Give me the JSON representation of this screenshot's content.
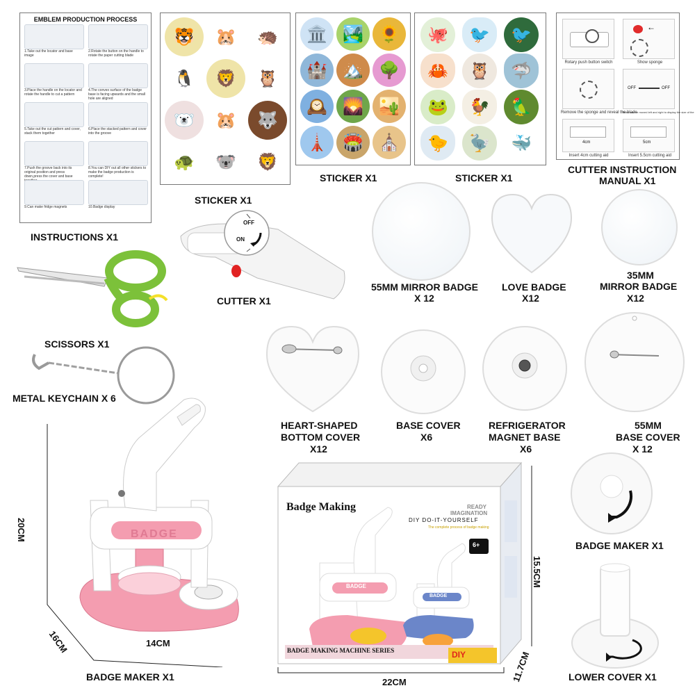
{
  "instructions": {
    "title": "EMBLEM PRODUCTION PROCESS",
    "label": "INSTRUCTIONS  X1",
    "steps": [
      "1.Take out the locator and base image",
      "2.Rotate the button on the handle to rotate the paper cutting blade",
      "3.Place the handle on the locator and rotate the handle to cut a pattern",
      "4.The convex surface of the badge base is facing upwards and the small hole are aligned",
      "5.Take out the cut pattern and cover, stack them together",
      "6.Place the stacked pattern and cover into the groove",
      "7.Push the groove back into its original position and press down,press the cover and base together",
      "8.You can DIY out all other stickers to make the badge production is complete!",
      "9.Can make fridge magnets",
      "10.Badge display"
    ]
  },
  "sticker1": {
    "label": "STICKER  X1",
    "icons": [
      "🐯",
      "🐹",
      "🦔",
      "🐧",
      "🦁",
      "🦉",
      "🐻‍❄️",
      "🐹",
      "🐺",
      "🐢",
      "🐨",
      "🦁"
    ]
  },
  "sticker2": {
    "label": "STICKER  X1",
    "icons": [
      "🏛️",
      "🏞️",
      "🌻",
      "🏰",
      "🏔️",
      "🌳",
      "🕰️",
      "🌄",
      "🏜️",
      "🗼",
      "🏟️",
      "⛪"
    ]
  },
  "sticker3": {
    "label": "STICKER  X1",
    "icons": [
      "🐙",
      "🐦",
      "🐦",
      "🦀",
      "🦉",
      "🦈",
      "🐸",
      "🐓",
      "🦜",
      "🐤",
      "🦤",
      "🐳"
    ]
  },
  "cutter_manual": {
    "label_line1": "CUTTER INSTRUCTION",
    "label_line2": "MANUAL  X1",
    "captions": [
      "Rotary push button switch",
      "Show sponge",
      "Remove the sponge and reveal the blade",
      "Slider can be moved left and right to display the size of the blade position",
      "Insert 4cm cutting aid",
      "Insert 5.5cm cutting aid"
    ],
    "cell_marks": [
      "4cm",
      "5cm"
    ],
    "switch_off": "OFF",
    "switch_on": "OFF"
  },
  "cutter": {
    "label": "CUTTER  X1",
    "off": "OFF",
    "on": "ON"
  },
  "scissors": {
    "label": "SCISSORS  X1"
  },
  "keychain": {
    "label": "METAL KEYCHAIN  X 6"
  },
  "mirror55": {
    "line1": "55MM MIRROR BADGE",
    "line2": "X 12"
  },
  "love": {
    "line1": "LOVE BADGE",
    "line2": "X12"
  },
  "mirror35": {
    "line1": "35MM",
    "line2": "MIRROR BADGE",
    "line3": "X12"
  },
  "heart_cover": {
    "line1": "HEART-SHAPED",
    "line2": "BOTTOM COVER",
    "line3": "X12"
  },
  "base_cover": {
    "line1": "BASE COVER",
    "line2": "X6"
  },
  "magnet_base": {
    "line1": "REFRIGERATOR",
    "line2": "MAGNET BASE",
    "line3": "X6"
  },
  "base55": {
    "line1": "55MM",
    "line2": "BASE COVER",
    "line3": "X 12"
  },
  "badge_maker_part": {
    "label": "BADGE MAKER  X1"
  },
  "lower_cover": {
    "label": "LOWER COVER  X1"
  },
  "machine": {
    "label": "BADGE MAKER  X1",
    "brand": "BADGE",
    "dim_height": "20CM",
    "dim_depth": "16CM",
    "dim_width": "14CM"
  },
  "box": {
    "title": "Badge Making",
    "slogan1": "READY",
    "slogan2": "IMAGINATION",
    "diy": "DIY DO-IT-YOURSELF",
    "sub": "The complete process of badge making",
    "age": "6+",
    "series": "BADGE MAKING MACHINE SERIES",
    "diy_logo": "DIY",
    "machine_brand_1": "BADGE",
    "machine_brand_2": "BADGE",
    "dim_height": "15.5CM",
    "dim_width": "22CM",
    "dim_depth": "11.7CM"
  },
  "colors": {
    "pink": "#f49db0",
    "blue": "#6b86c9",
    "green": "#7cc13a",
    "yellow": "#f4c52b"
  }
}
